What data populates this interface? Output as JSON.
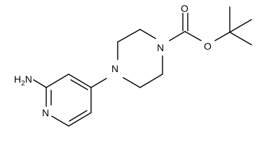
{
  "colors": {
    "background": "#ffffff",
    "bond": "#000000",
    "label": "#000000"
  },
  "atoms": {
    "amine": {
      "label": "H2N",
      "main": "H",
      "sub": "2",
      "tail": "N"
    },
    "pyridine_n": {
      "label": "N"
    },
    "piperazine_n_left": {
      "label": "N"
    },
    "piperazine_n_right": {
      "label": "N"
    },
    "carbonyl_o": {
      "label": "O"
    },
    "ester_o": {
      "label": "O"
    }
  }
}
